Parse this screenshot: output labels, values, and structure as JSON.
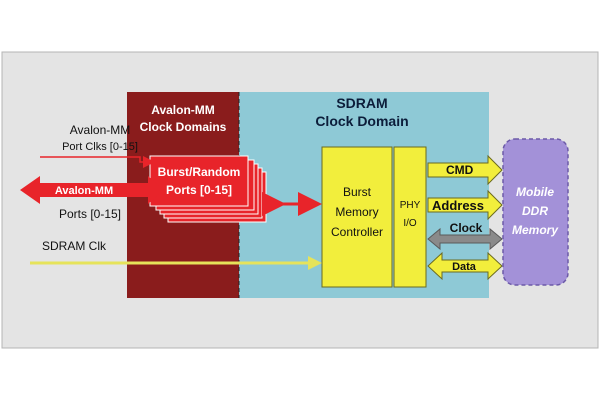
{
  "colors": {
    "panel_bg": "#e4e4e4",
    "avalon_domain": "#8a1c1c",
    "sdram_domain": "#8ec9d6",
    "port_block": "#e8242a",
    "controller": "#f2ee3c",
    "memory": "#a391d8",
    "bidir_arrow": "#e8242a",
    "clock_arrow": "#e6e35a",
    "memory_clock_arrow": "#8a8a8a"
  },
  "avalon_domain": {
    "title_line1": "Avalon-MM",
    "title_line2": "Clock Domains"
  },
  "sdram_domain": {
    "title_line1": "SDRAM",
    "title_line2": "Clock Domain"
  },
  "ports_block": {
    "line1": "Burst/Random",
    "line2": "Ports [0-15]"
  },
  "controller": {
    "line1": "Burst",
    "line2": "Memory",
    "line3": "Controller"
  },
  "phy": {
    "line1": "PHY",
    "line2": "I/O"
  },
  "memory": {
    "line1": "Mobile",
    "line2": "DDR",
    "line3": "Memory"
  },
  "left_labels": {
    "port_clks_line1": "Avalon-MM",
    "port_clks_line2": "Port Clks [0-15]",
    "ports_arrow_label": "Avalon-MM",
    "ports_line2": "Ports [0-15]",
    "sdram_clk": "SDRAM Clk"
  },
  "signals": {
    "cmd": "CMD",
    "address": "Address",
    "clock": "Clock",
    "data": "Data"
  }
}
